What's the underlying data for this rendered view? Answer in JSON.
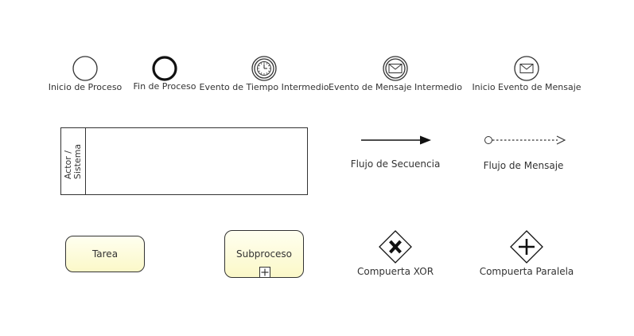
{
  "events": {
    "start": "Inicio de Proceso",
    "end": "Fin de Proceso",
    "timer": "Evento de Tiempo Intermedio",
    "message_intermediate": "Evento de Mensaje Intermedio",
    "message_start": "Inicio Evento de Mensaje"
  },
  "pool": {
    "lane_label_line1": "Actor /",
    "lane_label_line2": "Sistema"
  },
  "flows": {
    "sequence": "Flujo de Secuencia",
    "message": "Flujo de Mensaje"
  },
  "activities": {
    "task": "Tarea",
    "subprocess": "Subproceso"
  },
  "gateways": {
    "xor": "Compuerta XOR",
    "parallel": "Compuerta Paralela"
  },
  "icons": {
    "start": "start-event-circle",
    "end": "end-event-circle",
    "timer": "clock-icon",
    "message": "envelope-icon",
    "subprocess_marker": "plus-box-icon",
    "xor": "x-icon",
    "parallel": "plus-icon"
  }
}
